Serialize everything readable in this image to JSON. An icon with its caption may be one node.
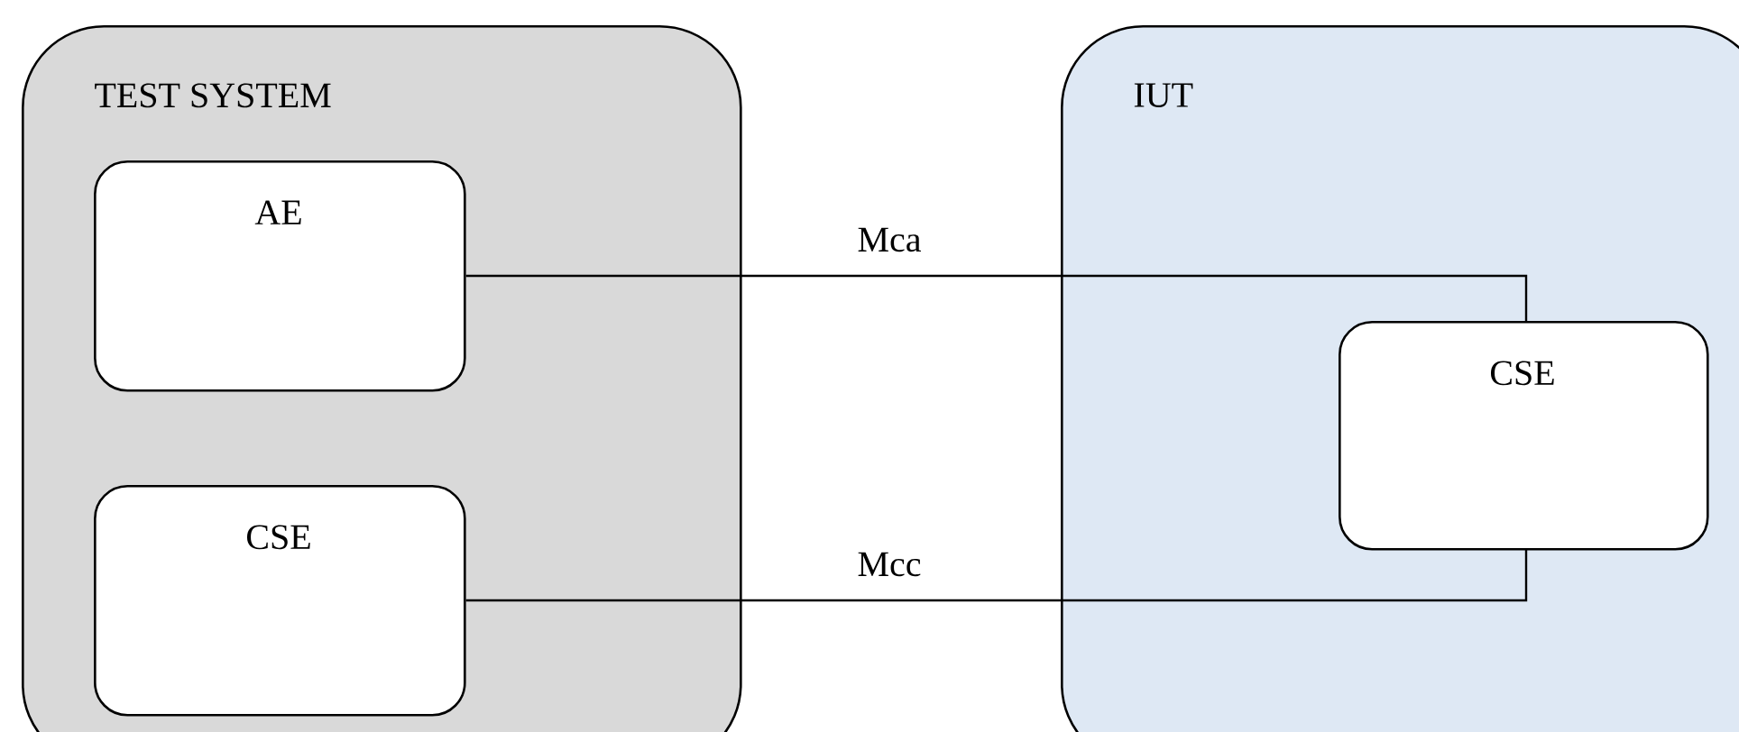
{
  "diagram": {
    "nodes": [
      {
        "text": [
          "TEST SYSTEM"
        ]
      },
      {
        "text": [
          "IUT"
        ]
      },
      {
        "text": [
          "AE"
        ],
        "in": 0
      },
      {
        "text": [
          "CSE"
        ],
        "in": 0
      },
      {
        "text": [
          "CSE"
        ],
        "in": 1
      }
    ],
    "edges": [
      {
        "from": 2,
        "to": 4,
        "arrow": "none",
        "label": "Mca"
      },
      {
        "from": 3,
        "to": 4,
        "arrow": "none",
        "label": "Mcc"
      }
    ]
  }
}
